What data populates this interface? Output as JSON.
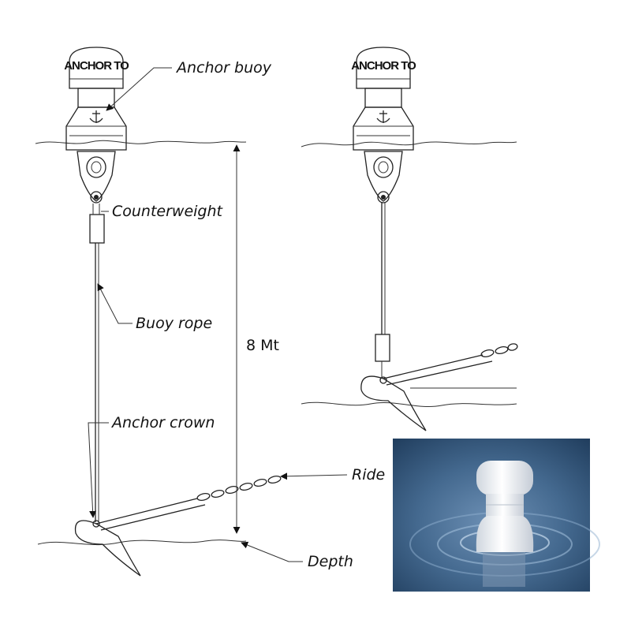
{
  "labels": {
    "anchor_buoy": "Anchor buoy",
    "counterweight": "Counterweight",
    "buoy_rope": "Buoy rope",
    "anchor_crown": "Anchor crown",
    "ride": "Ride",
    "depth": "Depth",
    "dimension": "8 Mt"
  },
  "brand_text": "ANCHOR TO",
  "colors": {
    "line": "#222222",
    "buoy_fill": "#ffffff",
    "water_photo": "#3a5f86"
  }
}
